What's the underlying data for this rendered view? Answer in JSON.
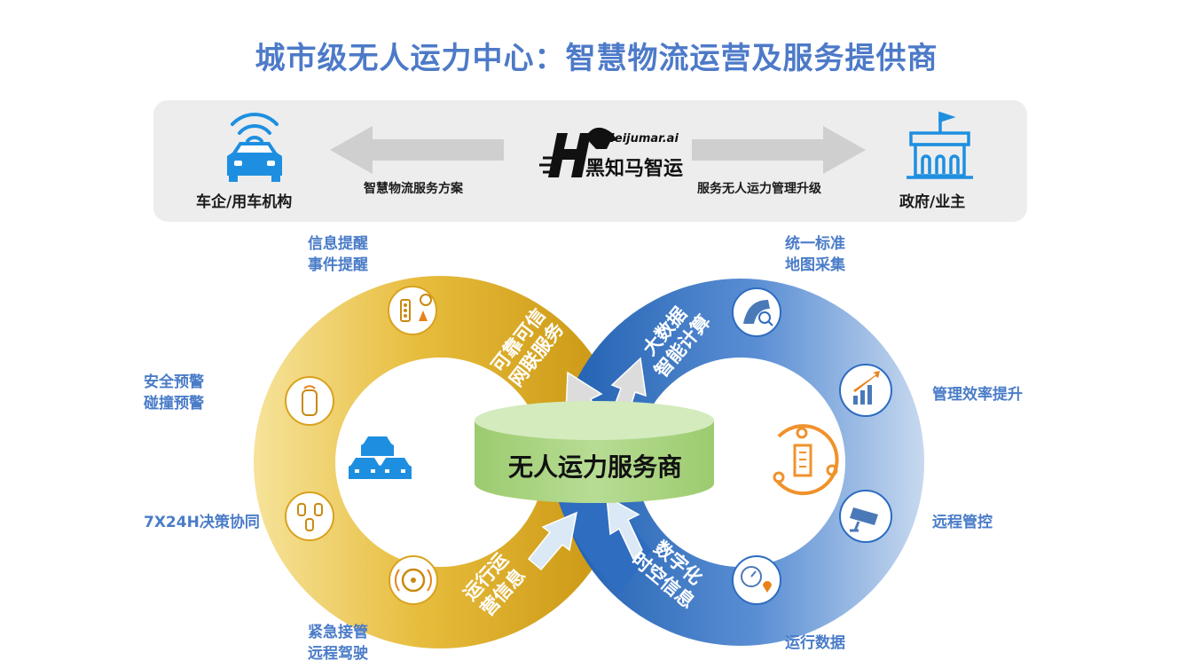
{
  "title": "城市级无人运力中心：智慧物流运营及服务提供商",
  "top_banner": {
    "left_label": "车企/用车机构",
    "left_arrow_label": "智慧物流服务方案",
    "logo_text": "Heijumar.ai",
    "logo_cn": "黑知马智运",
    "right_arrow_label": "服务无人运力管理升级",
    "right_label": "政府/业主"
  },
  "center": "无人运力服务商",
  "left_ring": {
    "top_text": [
      "可靠可信",
      "网联服务"
    ],
    "bottom_text": [
      "运行运",
      "营信息"
    ]
  },
  "right_ring": {
    "top_text": [
      "大数据",
      "智能计算"
    ],
    "bottom_text": [
      "数字化",
      "时空信息"
    ]
  },
  "left_labels": {
    "info": [
      "信息提醒",
      "事件提醒"
    ],
    "safety": [
      "安全预警",
      "碰撞预警"
    ],
    "decision": "7X24H决策协同",
    "emergency": [
      "紧急接管",
      "远程驾驶"
    ]
  },
  "right_labels": {
    "map": [
      "统一标准",
      "地图采集"
    ],
    "efficiency": "管理效率提升",
    "remote": "远程管控",
    "data": "运行数据"
  },
  "colors": {
    "title": "#4d7ac8",
    "gold": "#d9a21f",
    "blue": "#2d6cc0",
    "green_cylinder": "#a6cf7f",
    "label_blue": "#4a7cc8"
  }
}
